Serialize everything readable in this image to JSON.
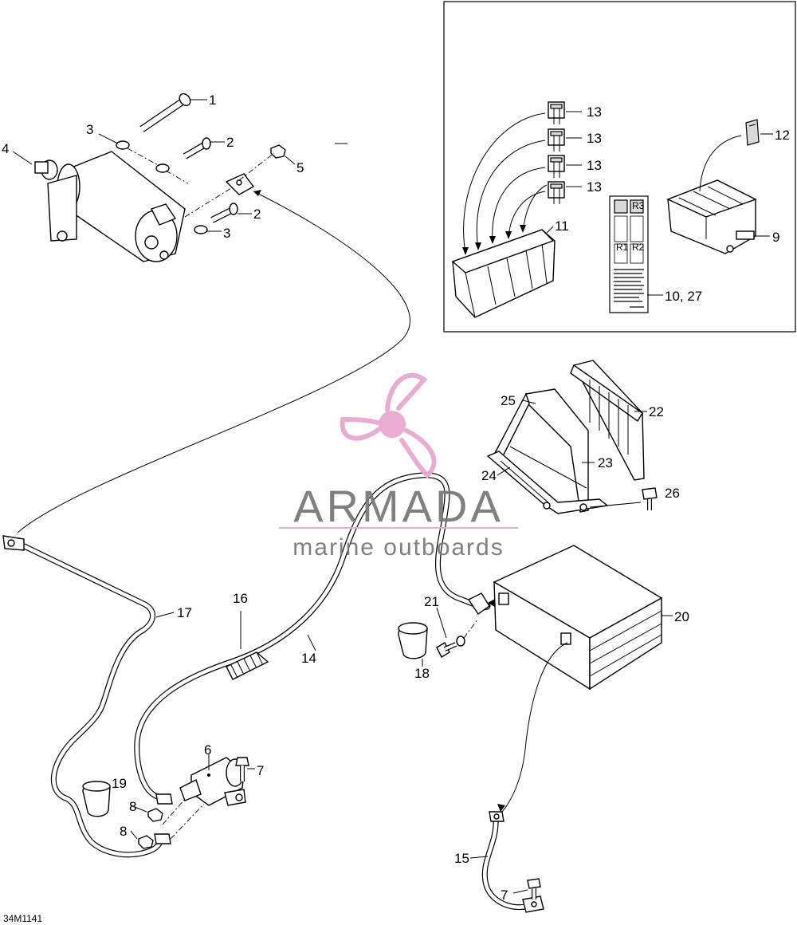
{
  "figure_code": "34M1141",
  "watermark": {
    "name": "ARMADA",
    "tagline": "marine outboards",
    "accent_color": "#e8a9cf"
  },
  "callouts": {
    "c1": "1",
    "c2a": "2",
    "c2b": "2",
    "c3a": "3",
    "c3b": "3",
    "c4": "4",
    "c5": "5",
    "c6": "6",
    "c7a": "7",
    "c7b": "7",
    "c8a": "8",
    "c8b": "8",
    "c9": "9",
    "c10": "10, 27",
    "c11": "11",
    "c12": "12",
    "c13a": "13",
    "c13b": "13",
    "c13c": "13",
    "c13d": "13",
    "c14": "14",
    "c15": "15",
    "c16": "16",
    "c17": "17",
    "c18": "18",
    "c19": "19",
    "c20": "20",
    "c21": "21",
    "c22": "22",
    "c23": "23",
    "c24": "24",
    "c25": "25",
    "c26": "26"
  },
  "decal": {
    "r1": "R1",
    "r2": "R2",
    "r3": "R3"
  }
}
